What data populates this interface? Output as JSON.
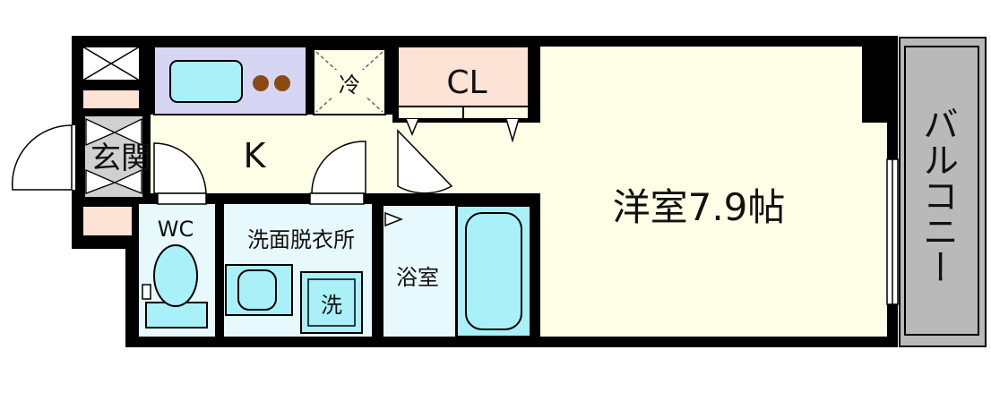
{
  "rooms": {
    "genkan": "玄関",
    "kitchen": "K",
    "fridge": "冷",
    "closet": "CL",
    "wc": "WC",
    "dressing": "洗面脱衣所",
    "washer": "洗",
    "bath": "浴室",
    "western": "洋室7.9帖",
    "balcony": "バルコニー"
  },
  "colors": {
    "wall": "#000000",
    "western": "#fffee6",
    "kitchen": "#fffee6",
    "closet": "#fde2d6",
    "genkan": "#d0d0d0",
    "wc": "#e8f9fd",
    "dressing": "#e8f9fd",
    "bath": "#e8f9fd",
    "fixture": "#a9f0f8",
    "balcony": "#b9b9b9",
    "stove": "#8b4a12"
  }
}
